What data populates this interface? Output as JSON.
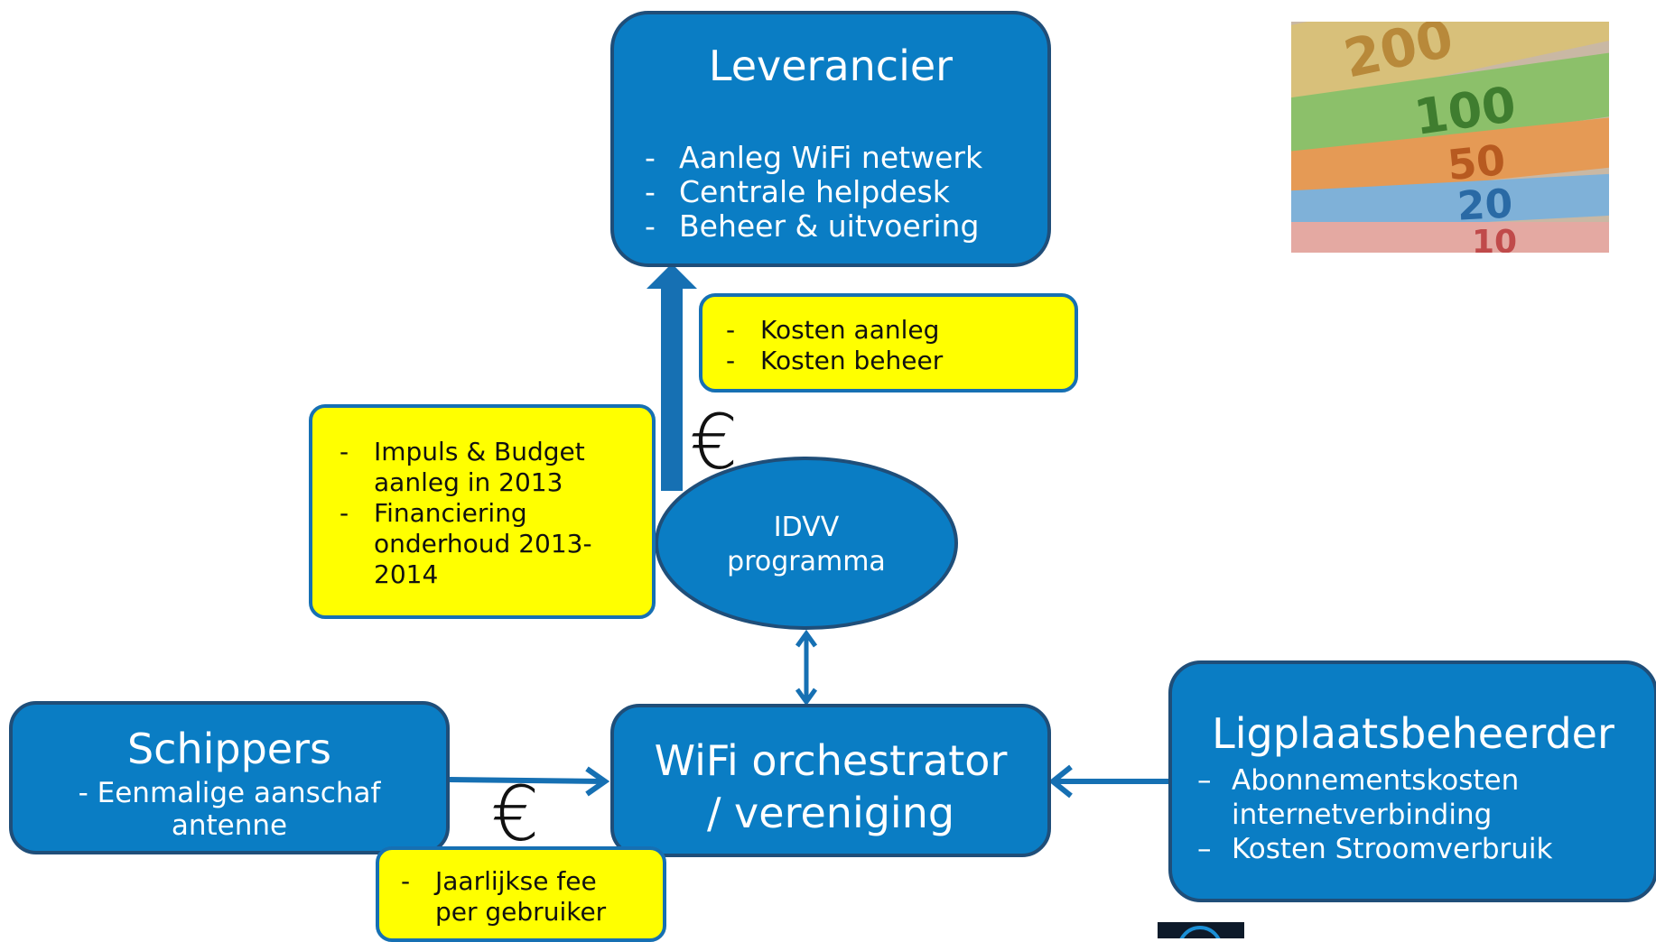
{
  "leverancier": {
    "title": "Leverancier",
    "items": [
      "Aanleg WiFi netwerk",
      "Centrale helpdesk",
      "Beheer & uitvoering"
    ]
  },
  "kosten_note": {
    "items": [
      "Kosten aanleg",
      "Kosten beheer"
    ]
  },
  "idvv_note": {
    "items": [
      "Impuls & Budget aanleg in 2013",
      "Financiering onderhoud 2013-2014"
    ]
  },
  "idvv": {
    "line1": "IDVV",
    "line2": "programma"
  },
  "schippers": {
    "title": "Schippers",
    "line1": "- Eenmalige aanschaf",
    "line2": "antenne"
  },
  "orchestrator": {
    "line1": "WiFi orchestrator",
    "line2": "/ vereniging"
  },
  "fee_note": {
    "items": [
      "Jaarlijkse fee per gebruiker"
    ]
  },
  "ligplaats": {
    "title": "Ligplaatsbeheerder",
    "items": [
      "Abonnementskosten internetverbinding",
      "Kosten Stroomverbruik"
    ]
  },
  "euro_symbol": "€",
  "banknotes": {
    "labels": [
      "200",
      "100",
      "50",
      "20",
      "10"
    ]
  },
  "colors": {
    "box_fill": "#0a7dc4",
    "box_border": "#1f4e79",
    "note_fill": "#ffff00",
    "arrow": "#1670b3"
  }
}
